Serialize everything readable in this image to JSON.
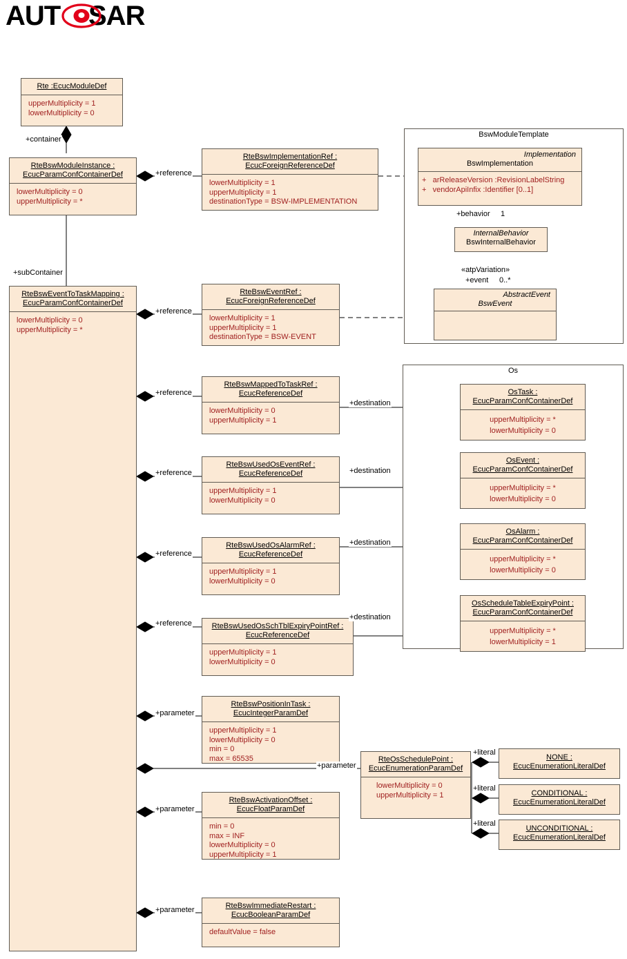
{
  "logo": {
    "text": "AUTOSAR",
    "accent": "#e2001a"
  },
  "theme": {
    "box_fill": "#fbe9d5",
    "box_border": "#5f5a52",
    "attr_color": "#a02020",
    "text_color": "#000000"
  },
  "packages": [
    {
      "name": "BswModuleTemplate"
    },
    {
      "name": "Os"
    }
  ],
  "classes": {
    "rte": {
      "title1": "Rte :EcucModuleDef",
      "attrs": [
        "upperMultiplicity = 1",
        "lowerMultiplicity = 0"
      ]
    },
    "rte_bsw_module_instance": {
      "title1": "RteBswModuleInstance :",
      "title2": "EcucParamConfContainerDef",
      "attrs": [
        "lowerMultiplicity = 0",
        "upperMultiplicity = *"
      ]
    },
    "rte_bsw_implementation_ref": {
      "title1": "RteBswImplementationRef :",
      "title2": "EcucForeignReferenceDef",
      "attrs": [
        "lowerMultiplicity = 1",
        "upperMultiplicity = 1",
        "destinationType = BSW-IMPLEMENTATION"
      ]
    },
    "bsw_implementation": {
      "stereotype": "Implementation",
      "title1": "BswImplementation",
      "ops": [
        "arReleaseVersion  :RevisionLabelString",
        "vendorApiInfix  :Identifier [0..1]"
      ]
    },
    "bsw_internal_behavior": {
      "stereotype": "InternalBehavior",
      "title1": "BswInternalBehavior"
    },
    "bsw_event": {
      "stereotype": "AbstractEvent",
      "title1": "BswEvent"
    },
    "rte_bsw_event_to_task_mapping": {
      "title1": "RteBswEventToTaskMapping :",
      "title2": "EcucParamConfContainerDef",
      "attrs": [
        "lowerMultiplicity = 0",
        "upperMultiplicity = *"
      ]
    },
    "rte_bsw_event_ref": {
      "title1": "RteBswEventRef :",
      "title2": "EcucForeignReferenceDef",
      "attrs": [
        "lowerMultiplicity = 1",
        "upperMultiplicity = 1",
        "destinationType = BSW-EVENT"
      ]
    },
    "rte_bsw_mapped_to_task_ref": {
      "title1": "RteBswMappedToTaskRef :",
      "title2": "EcucReferenceDef",
      "attrs": [
        "lowerMultiplicity = 0",
        "upperMultiplicity = 1"
      ]
    },
    "rte_bsw_used_os_event_ref": {
      "title1": "RteBswUsedOsEventRef :",
      "title2": "EcucReferenceDef",
      "attrs": [
        "upperMultiplicity = 1",
        "lowerMultiplicity = 0"
      ]
    },
    "rte_bsw_used_os_alarm_ref": {
      "title1": "RteBswUsedOsAlarmRef :",
      "title2": "EcucReferenceDef",
      "attrs": [
        "upperMultiplicity = 1",
        "lowerMultiplicity = 0"
      ]
    },
    "rte_bsw_used_os_schtbl_expiry_point_ref": {
      "title1": "RteBswUsedOsSchTblExpiryPointRef :",
      "title2": "EcucReferenceDef",
      "attrs": [
        "upperMultiplicity = 1",
        "lowerMultiplicity = 0"
      ]
    },
    "os_task": {
      "title1": "OsTask :",
      "title2": "EcucParamConfContainerDef",
      "attrs": [
        "upperMultiplicity = *",
        "lowerMultiplicity = 0"
      ]
    },
    "os_event": {
      "title1": "OsEvent :",
      "title2": "EcucParamConfContainerDef",
      "attrs": [
        "upperMultiplicity = *",
        "lowerMultiplicity = 0"
      ]
    },
    "os_alarm": {
      "title1": "OsAlarm :",
      "title2": "EcucParamConfContainerDef",
      "attrs": [
        "upperMultiplicity = *",
        "lowerMultiplicity = 0"
      ]
    },
    "os_schedule_table_expiry_point": {
      "title1": "OsScheduleTableExpiryPoint :",
      "title2": "EcucParamConfContainerDef",
      "attrs": [
        "upperMultiplicity = *",
        "lowerMultiplicity = 1"
      ]
    },
    "rte_bsw_position_in_task": {
      "title1": "RteBswPositionInTask :",
      "title2": "EcucIntegerParamDef",
      "attrs": [
        "upperMultiplicity = 1",
        "lowerMultiplicity = 0",
        "min = 0",
        "max = 65535"
      ]
    },
    "rte_bsw_activation_offset": {
      "title1": "RteBswActivationOffset :",
      "title2": "EcucFloatParamDef",
      "attrs": [
        "min = 0",
        "max = INF",
        "lowerMultiplicity = 0",
        "upperMultiplicity = 1"
      ]
    },
    "rte_bsw_immediate_restart": {
      "title1": "RteBswImmediateRestart :",
      "title2": "EcucBooleanParamDef",
      "attrs": [
        "defaultValue = false"
      ]
    },
    "rte_os_schedule_point": {
      "title1": "RteOsSchedulePoint :",
      "title2": "EcucEnumerationParamDef",
      "attrs": [
        "lowerMultiplicity = 0",
        "upperMultiplicity = 1"
      ]
    },
    "literal_none": {
      "title1": "NONE :",
      "title2": "EcucEnumerationLiteralDef"
    },
    "literal_conditional": {
      "title1": "CONDITIONAL :",
      "title2": "EcucEnumerationLiteralDef"
    },
    "literal_unconditional": {
      "title1": "UNCONDITIONAL :",
      "title2": "EcucEnumerationLiteralDef"
    }
  },
  "edge_labels": {
    "container": "+container",
    "sub_container": "+subContainer",
    "reference_1": "+reference",
    "reference_2": "+reference",
    "reference_3": "+reference",
    "reference_4": "+reference",
    "reference_5": "+reference",
    "reference_6": "+reference",
    "behavior": "+behavior",
    "behavior_mult": "1",
    "atp_variation": "«atpVariation»",
    "event": "+event",
    "event_mult": "0..*",
    "destination_1": "+destination",
    "destination_2": "+destination",
    "destination_3": "+destination",
    "destination_4": "+destination",
    "parameter_1": "+parameter",
    "parameter_2": "+parameter",
    "parameter_3": "+parameter",
    "parameter_4": "+parameter",
    "literal_1": "+literal",
    "literal_2": "+literal",
    "literal_3": "+literal"
  }
}
